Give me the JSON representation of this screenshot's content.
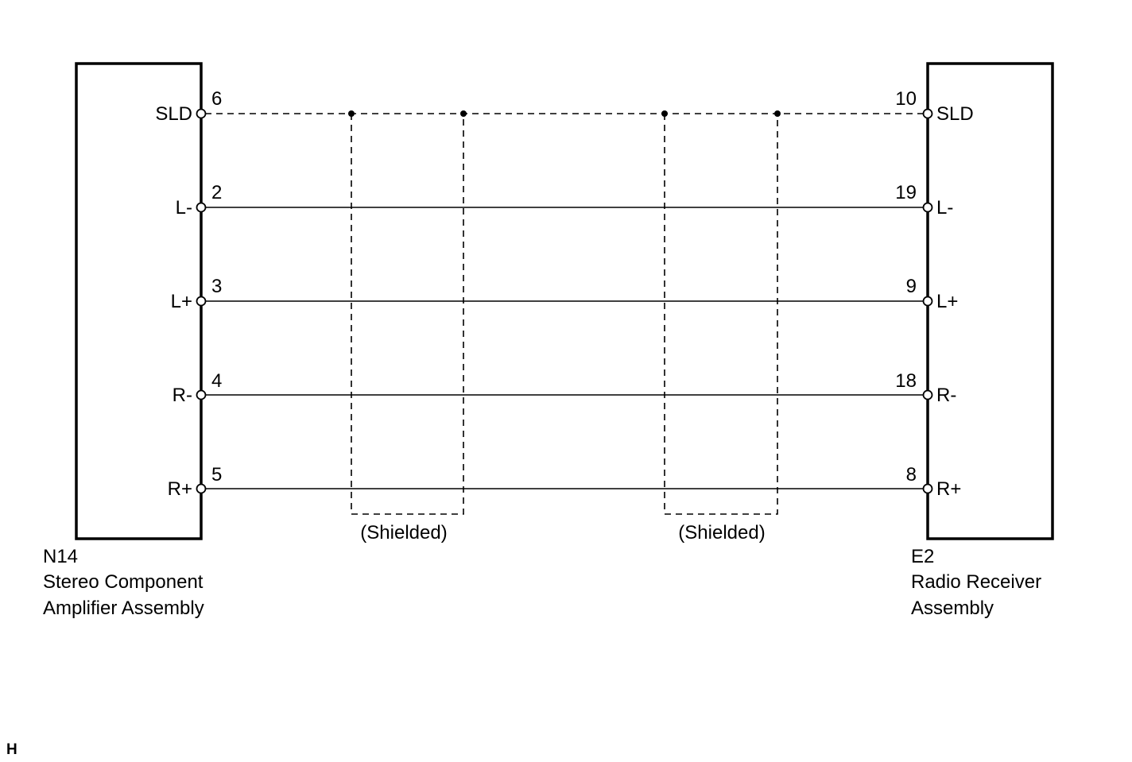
{
  "left_component": {
    "code": "N14",
    "name_lines": [
      "Stereo Component",
      "Amplifier Assembly"
    ],
    "pins": [
      {
        "label": "SLD",
        "number": "6"
      },
      {
        "label": "L-",
        "number": "2"
      },
      {
        "label": "L+",
        "number": "3"
      },
      {
        "label": "R-",
        "number": "4"
      },
      {
        "label": "R+",
        "number": "5"
      }
    ]
  },
  "right_component": {
    "code": "E2",
    "name_lines": [
      "Radio Receiver",
      "Assembly"
    ],
    "pins": [
      {
        "label": "SLD",
        "number": "10"
      },
      {
        "label": "L-",
        "number": "19"
      },
      {
        "label": "L+",
        "number": "9"
      },
      {
        "label": "R-",
        "number": "18"
      },
      {
        "label": "R+",
        "number": "8"
      }
    ]
  },
  "shields": [
    {
      "label": "(Shielded)"
    },
    {
      "label": "(Shielded)"
    }
  ],
  "corner_mark": "H"
}
